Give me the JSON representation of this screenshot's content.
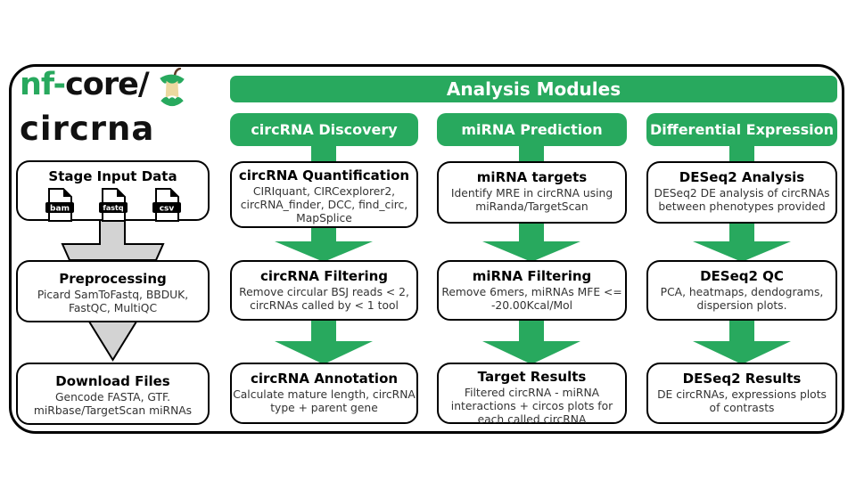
{
  "colors": {
    "accent_green": "#28a95e",
    "arrow_gray": "#d3d3d3",
    "outline": "#000000"
  },
  "logo": {
    "brand_green_part": "nf-",
    "brand_black_part": "core/",
    "pipeline_name": "circrna",
    "icon": "apple-core-icon"
  },
  "banner": {
    "title": "Analysis Modules"
  },
  "input_column": {
    "stage_box": {
      "title": "Stage Input Data",
      "files": [
        "bam",
        "fastq",
        "csv"
      ]
    },
    "preprocessing_box": {
      "title": "Preprocessing",
      "body": "Picard SamToFastq, BBDUK,\nFastQC, MultiQC"
    },
    "download_box": {
      "title": "Download Files",
      "body": "Gencode FASTA, GTF.\nmiRbase/TargetScan miRNAs"
    }
  },
  "modules": [
    {
      "header": "circRNA Discovery",
      "boxes": [
        {
          "title": "circRNA Quantification",
          "body": "CIRIquant, CIRCexplorer2,\ncircRNA_finder, DCC, find_circ,\nMapSplice"
        },
        {
          "title": "circRNA Filtering",
          "body": "Remove circular BSJ reads < 2,\ncircRNAs called by < 1 tool"
        },
        {
          "title": "circRNA Annotation",
          "body": "Calculate mature length, circRNA\ntype + parent gene"
        }
      ]
    },
    {
      "header": "miRNA Prediction",
      "boxes": [
        {
          "title": "miRNA targets",
          "body": "Identify MRE in circRNA using\nmiRanda/TargetScan"
        },
        {
          "title": "miRNA Filtering",
          "body": "Remove 6mers, miRNAs MFE <=\n-20.00Kcal/Mol"
        },
        {
          "title": "Target Results",
          "body": "Filtered circRNA - miRNA\ninteractions + circos plots for\neach called circRNA"
        }
      ]
    },
    {
      "header": "Differential Expression",
      "boxes": [
        {
          "title": "DESeq2 Analysis",
          "body": "DESeq2 DE analysis of circRNAs\nbetween phenotypes provided"
        },
        {
          "title": "DESeq2 QC",
          "body": "PCA, heatmaps, dendograms,\ndispersion plots."
        },
        {
          "title": "DESeq2 Results",
          "body": "DE circRNAs, expressions plots\nof contrasts"
        }
      ]
    }
  ]
}
